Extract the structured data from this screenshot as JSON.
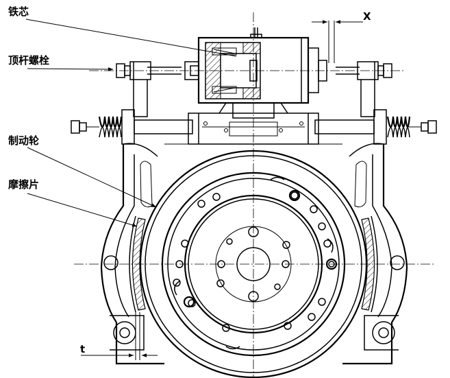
{
  "labels": {
    "iron_core": "铁芯",
    "push_bolt": "顶杆螺栓",
    "brake_wheel": "制动轮",
    "friction_pad": "摩擦片"
  },
  "dimensions": {
    "x_gap": "X",
    "t_gap": "t"
  }
}
